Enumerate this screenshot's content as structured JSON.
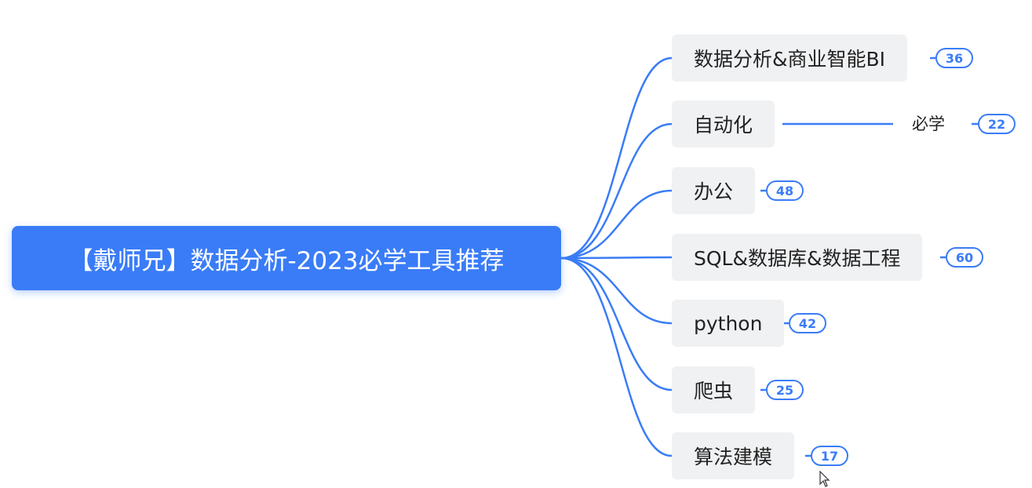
{
  "root": {
    "label": "【戴师兄】数据分析-2023必学工具推荐"
  },
  "branches": [
    {
      "label": "数据分析&商业智能BI",
      "count": "36"
    },
    {
      "label": "自动化",
      "child": {
        "label": "必学",
        "count": "22"
      }
    },
    {
      "label": "办公",
      "count": "48"
    },
    {
      "label": "SQL&数据库&数据工程",
      "count": "60"
    },
    {
      "label": "python",
      "count": "42"
    },
    {
      "label": "爬虫",
      "count": "25"
    },
    {
      "label": "算法建模",
      "count": "17"
    }
  ],
  "colors": {
    "accent": "#3a7cf7",
    "node_bg": "#f0f1f3",
    "text": "#222222"
  }
}
